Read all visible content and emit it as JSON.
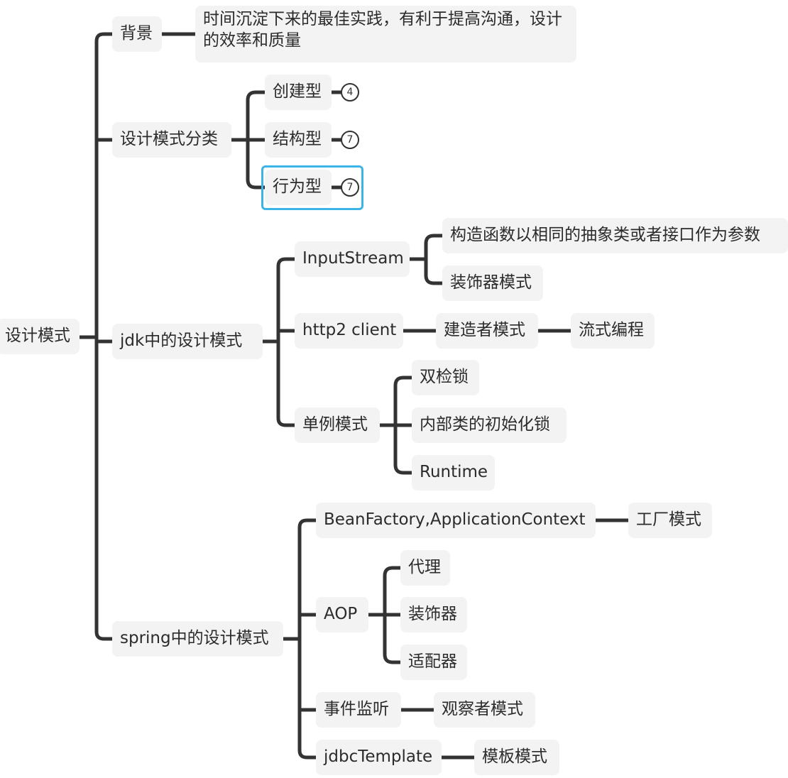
{
  "root": {
    "label": "设计模式"
  },
  "background": {
    "label": "背景",
    "desc": "时间沉淀下来的最佳实践，有利于提高沟通，设计的效率和质量"
  },
  "categories": {
    "label": "设计模式分类",
    "items": [
      {
        "label": "创建型",
        "count": "4"
      },
      {
        "label": "结构型",
        "count": "7"
      },
      {
        "label": "行为型",
        "count": "7"
      }
    ]
  },
  "jdk": {
    "label": "jdk中的设计模式",
    "inputstream": {
      "label": "InputStream",
      "children": [
        "构造函数以相同的抽象类或者接口作为参数",
        "装饰器模式"
      ]
    },
    "http2": {
      "label": "http2 client",
      "child": "建造者模式",
      "grandchild": "流式编程"
    },
    "singleton": {
      "label": "单例模式",
      "children": [
        "双检锁",
        "内部类的初始化锁",
        "Runtime"
      ]
    }
  },
  "spring": {
    "label": "spring中的设计模式",
    "factory": {
      "label": "BeanFactory,ApplicationContext",
      "child": "工厂模式"
    },
    "aop": {
      "label": "AOP",
      "children": [
        "代理",
        "装饰器",
        "适配器"
      ]
    },
    "event": {
      "label": "事件监听",
      "child": "观察者模式"
    },
    "jdbc": {
      "label": "jdbcTemplate",
      "child": "模板模式"
    }
  }
}
